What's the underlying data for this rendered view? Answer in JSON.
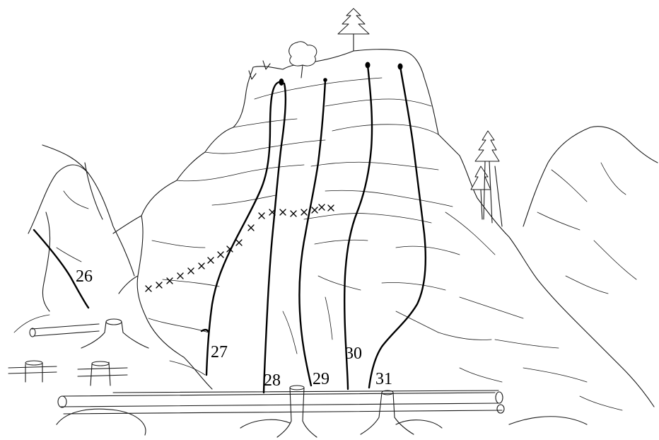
{
  "routes": [
    {
      "number": "26"
    },
    {
      "number": "27"
    },
    {
      "number": "28"
    },
    {
      "number": "29"
    },
    {
      "number": "30"
    },
    {
      "number": "31"
    }
  ]
}
